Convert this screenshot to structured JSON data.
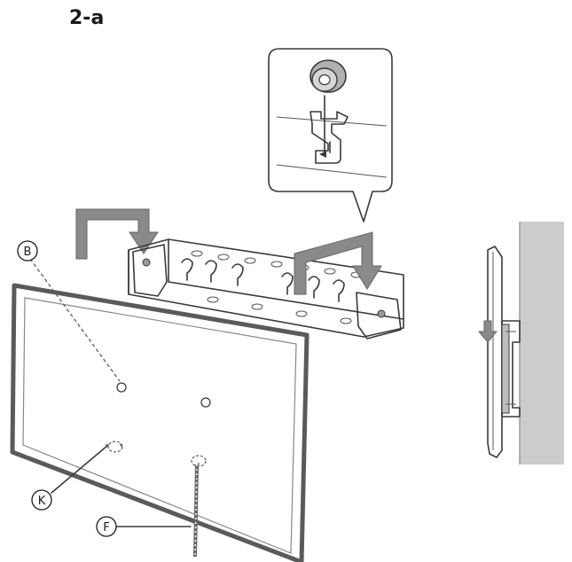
{
  "figure": {
    "step_label": "2-a",
    "callouts": {
      "b": "B",
      "k": "K",
      "f": "F"
    },
    "colors": {
      "arrow_fill": "#8a8a8a",
      "line": "#3a3a3a",
      "wall": "#cccccc",
      "tv_frame": "#5a5a5a"
    }
  }
}
